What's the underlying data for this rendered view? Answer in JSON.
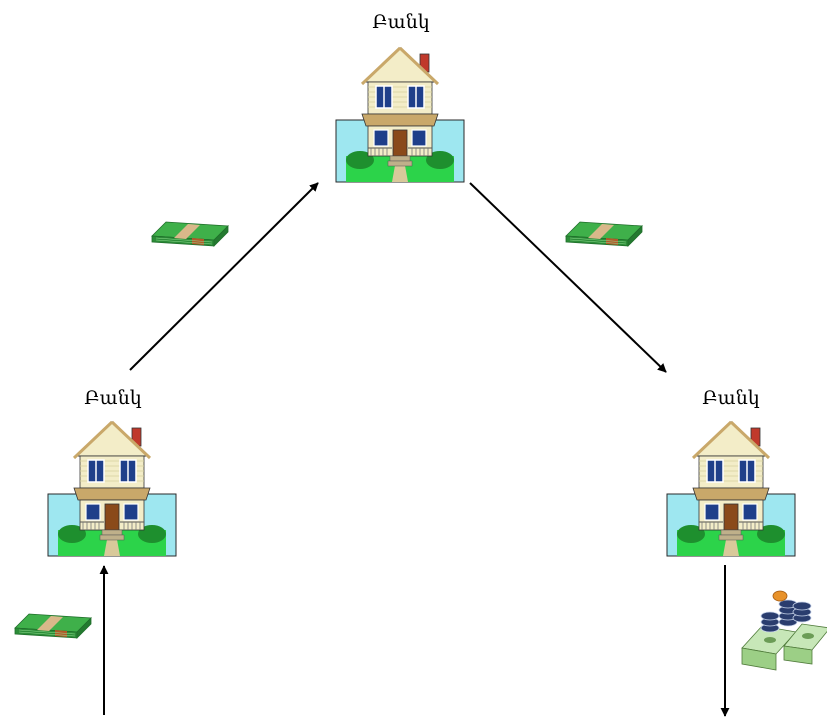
{
  "banks": [
    {
      "label": "Բանկ"
    },
    {
      "label": "Բանկ"
    },
    {
      "label": "Բանկ"
    }
  ],
  "colors": {
    "sky": "#9ee7f0",
    "grass": "#2cd34a",
    "bush": "#1e8f2e",
    "siding": "#f3edc8",
    "roof_trim": "#c9a86a",
    "window": "#1f3f8a",
    "door": "#8a4a1a",
    "chimney": "#c0392b",
    "cash": "#3fb04a",
    "cash_band": "#b25a2a",
    "coin": "#2a3d6e",
    "coin_gold": "#e8922a",
    "arrow": "#000000"
  },
  "icons": [
    "bank-house-icon",
    "cash-bundle-icon",
    "money-coins-icon"
  ]
}
